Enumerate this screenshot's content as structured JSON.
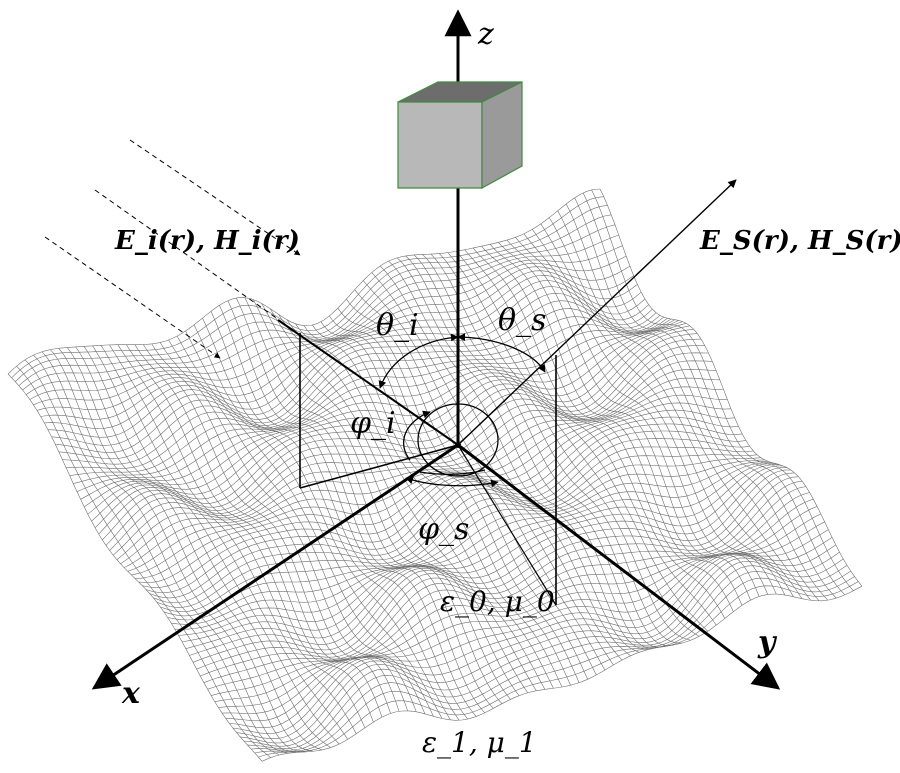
{
  "diagram": {
    "axes": {
      "z": "z",
      "x": "x",
      "y": "y"
    },
    "incident_field": "E_i(r), H_i(r)",
    "scattered_field": "E_S(r), H_S(r)",
    "angles": {
      "theta_i": "θ_i",
      "theta_s": "θ_s",
      "phi_i": "φ_i",
      "phi_s": "φ_s"
    },
    "upper_medium": "ε_0, μ_0",
    "lower_medium": "ε_1, μ_1",
    "colors": {
      "mesh": "#6f6f6f",
      "cube_top": "#6d6d6d",
      "cube_front": "#b8b8b8",
      "cube_side": "#9a9a9a",
      "cube_edge": "#3f8a3f"
    }
  }
}
